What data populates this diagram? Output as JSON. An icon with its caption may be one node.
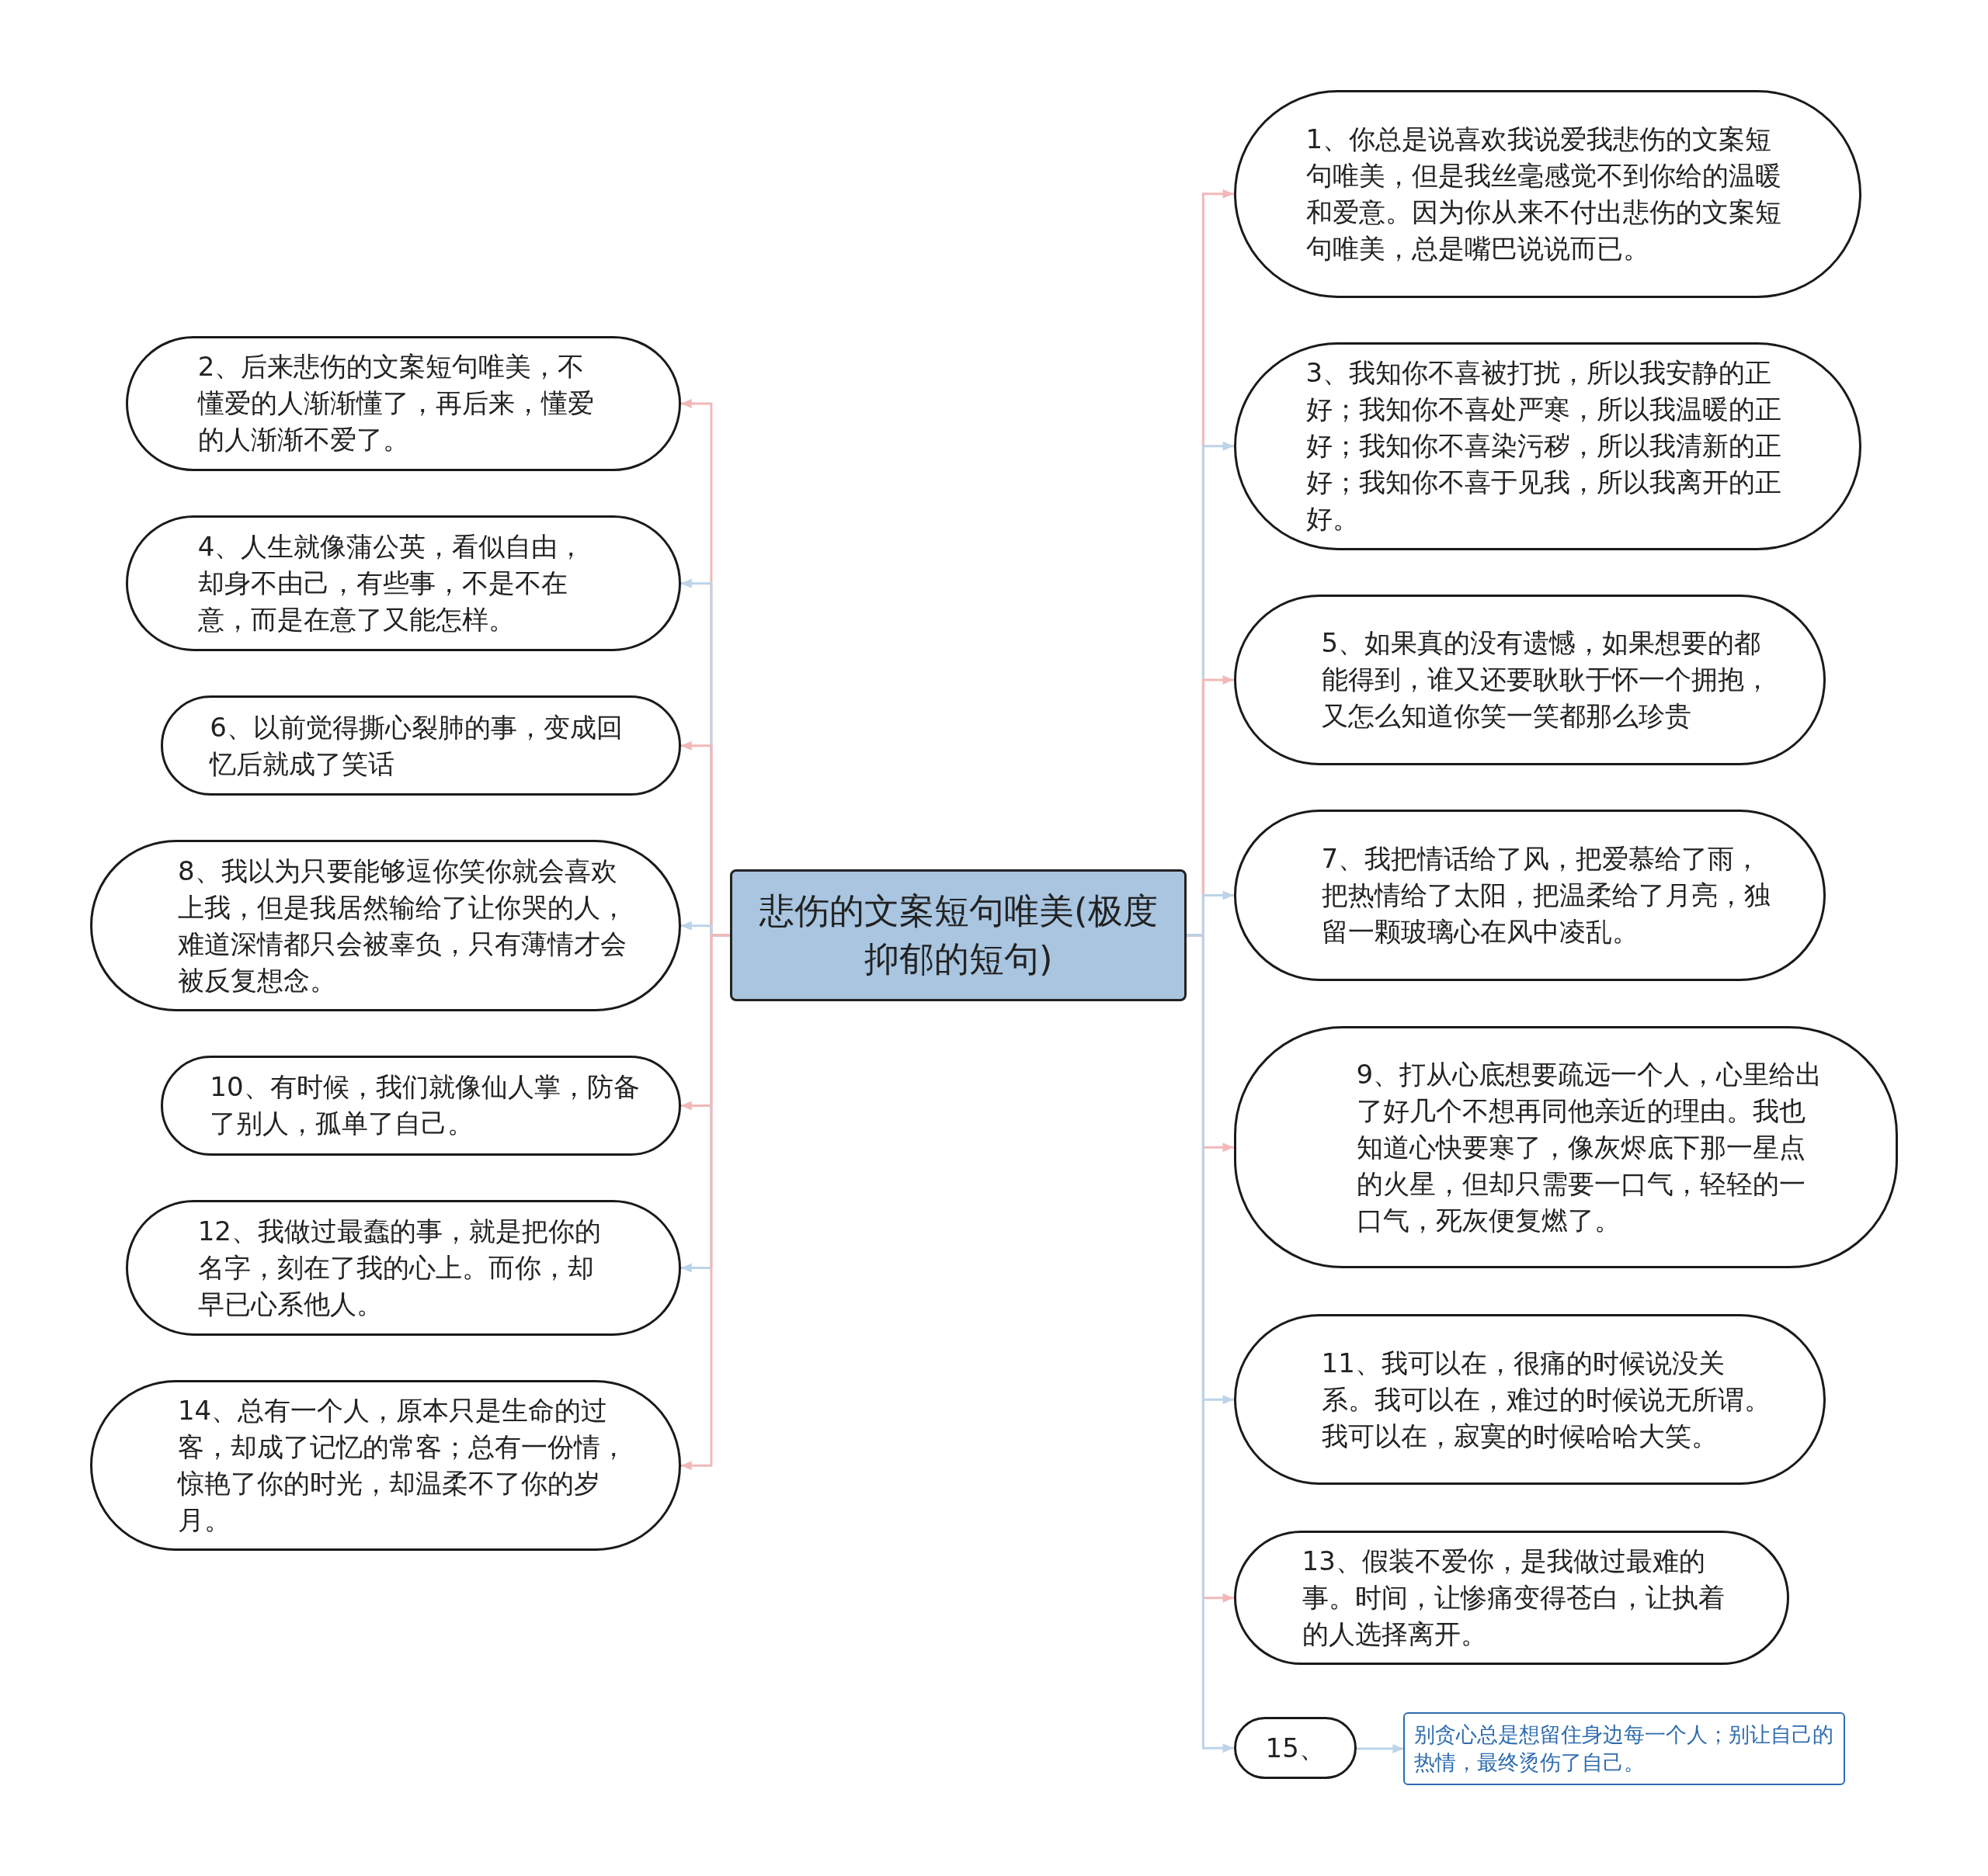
{
  "diagram": {
    "nodes": [
      {
        "text": [
          "悲伤的文案短句唯美(极度抑郁的短句)"
        ]
      },
      {
        "text": [
          "1、你总是说喜欢我说爱我悲伤的文案短句唯美，但是我丝毫感觉不到你给的温暖和爱意。因为你从来不付出悲伤的文案短句唯美，总是嘴巴说说而已。"
        ]
      },
      {
        "text": [
          "2、后来悲伤的文案短句唯美，不懂爱的人渐渐懂了，再后来，懂爱的人渐渐不爱了。"
        ]
      },
      {
        "text": [
          "3、我知你不喜被打扰，所以我安静的正好；我知你不喜处严寒，所以我温暖的正好；我知你不喜染污秽，所以我清新的正好；我知你不喜于见我，所以我离开的正好。"
        ]
      },
      {
        "text": [
          "4、人生就像蒲公英，看似自由，却身不由己，有些事，不是不在意，而是在意了又能怎样。"
        ]
      },
      {
        "text": [
          "5、如果真的没有遗憾，如果想要的都能得到，谁又还要耿耿于怀一个拥抱，又怎么知道你笑一笑都那么珍贵"
        ]
      },
      {
        "text": [
          "6、以前觉得撕心裂肺的事，变成回忆后就成了笑话"
        ]
      },
      {
        "text": [
          "7、我把情话给了风，把爱慕给了雨，把热情给了太阳，把温柔给了月亮，独留一颗玻璃心在风中凌乱。"
        ]
      },
      {
        "text": [
          "8、我以为只要能够逗你笑你就会喜欢上我，但是我居然输给了让你哭的人，难道深情都只会被辜负，只有薄情才会被反复想念。"
        ]
      },
      {
        "text": [
          "9、打从心底想要疏远一个人，心里给出了好几个不想再同他亲近的理由。我也知道心快要寒了，像灰烬底下那一星点的火星，但却只需要一口气，轻轻的一口气，死灰便复燃了。"
        ]
      },
      {
        "text": [
          "10、有时候，我们就像仙人掌，防备了别人，孤单了自己。"
        ]
      },
      {
        "text": [
          "11、我可以在，很痛的时候说没关系。我可以在，难过的时候说无所谓。我可以在，寂寞的时候哈哈大笑。"
        ]
      },
      {
        "text": [
          "12、我做过最蠢的事，就是把你的名字，刻在了我的心上。而你，却早已心系他人。"
        ]
      },
      {
        "text": [
          "13、假装不爱你，是我做过最难的事。时间，让惨痛变得苍白，让执着的人选择离开。"
        ]
      },
      {
        "text": [
          "14、总有一个人，原本只是生命的过客，却成了记忆的常客；总有一份情，惊艳了你的时光，却温柔不了你的岁月。"
        ]
      },
      {
        "text": [
          "15、"
        ]
      },
      {
        "text": [
          "别贪心总是想留住身边每一个人；别让自己的热情，最终烫伤了自己。"
        ]
      }
    ],
    "edges": [
      {
        "from": 0,
        "to": 1,
        "arrow": "to",
        "color": "#f2b8b8"
      },
      {
        "from": 0,
        "to": 2,
        "arrow": "to",
        "color": "#f2b8b8"
      },
      {
        "from": 0,
        "to": 3,
        "arrow": "to",
        "color": "#bcd3e8"
      },
      {
        "from": 0,
        "to": 4,
        "arrow": "to",
        "color": "#bcd3e8"
      },
      {
        "from": 0,
        "to": 5,
        "arrow": "to",
        "color": "#f2b8b8"
      },
      {
        "from": 0,
        "to": 6,
        "arrow": "to",
        "color": "#f2b8b8"
      },
      {
        "from": 0,
        "to": 7,
        "arrow": "to",
        "color": "#bcd3e8"
      },
      {
        "from": 0,
        "to": 8,
        "arrow": "to",
        "color": "#bcd3e8"
      },
      {
        "from": 0,
        "to": 9,
        "arrow": "to",
        "color": "#f2b8b8"
      },
      {
        "from": 0,
        "to": 10,
        "arrow": "to",
        "color": "#f2b8b8"
      },
      {
        "from": 0,
        "to": 11,
        "arrow": "to",
        "color": "#bcd3e8"
      },
      {
        "from": 0,
        "to": 12,
        "arrow": "to",
        "color": "#bcd3e8"
      },
      {
        "from": 0,
        "to": 13,
        "arrow": "to",
        "color": "#f2b8b8"
      },
      {
        "from": 0,
        "to": 14,
        "arrow": "to",
        "color": "#f2b8b8"
      },
      {
        "from": 0,
        "to": 15,
        "arrow": "to",
        "color": "#bcd3e8"
      },
      {
        "from": 15,
        "to": 16,
        "arrow": "to",
        "color": "#bcd3e8"
      }
    ]
  }
}
